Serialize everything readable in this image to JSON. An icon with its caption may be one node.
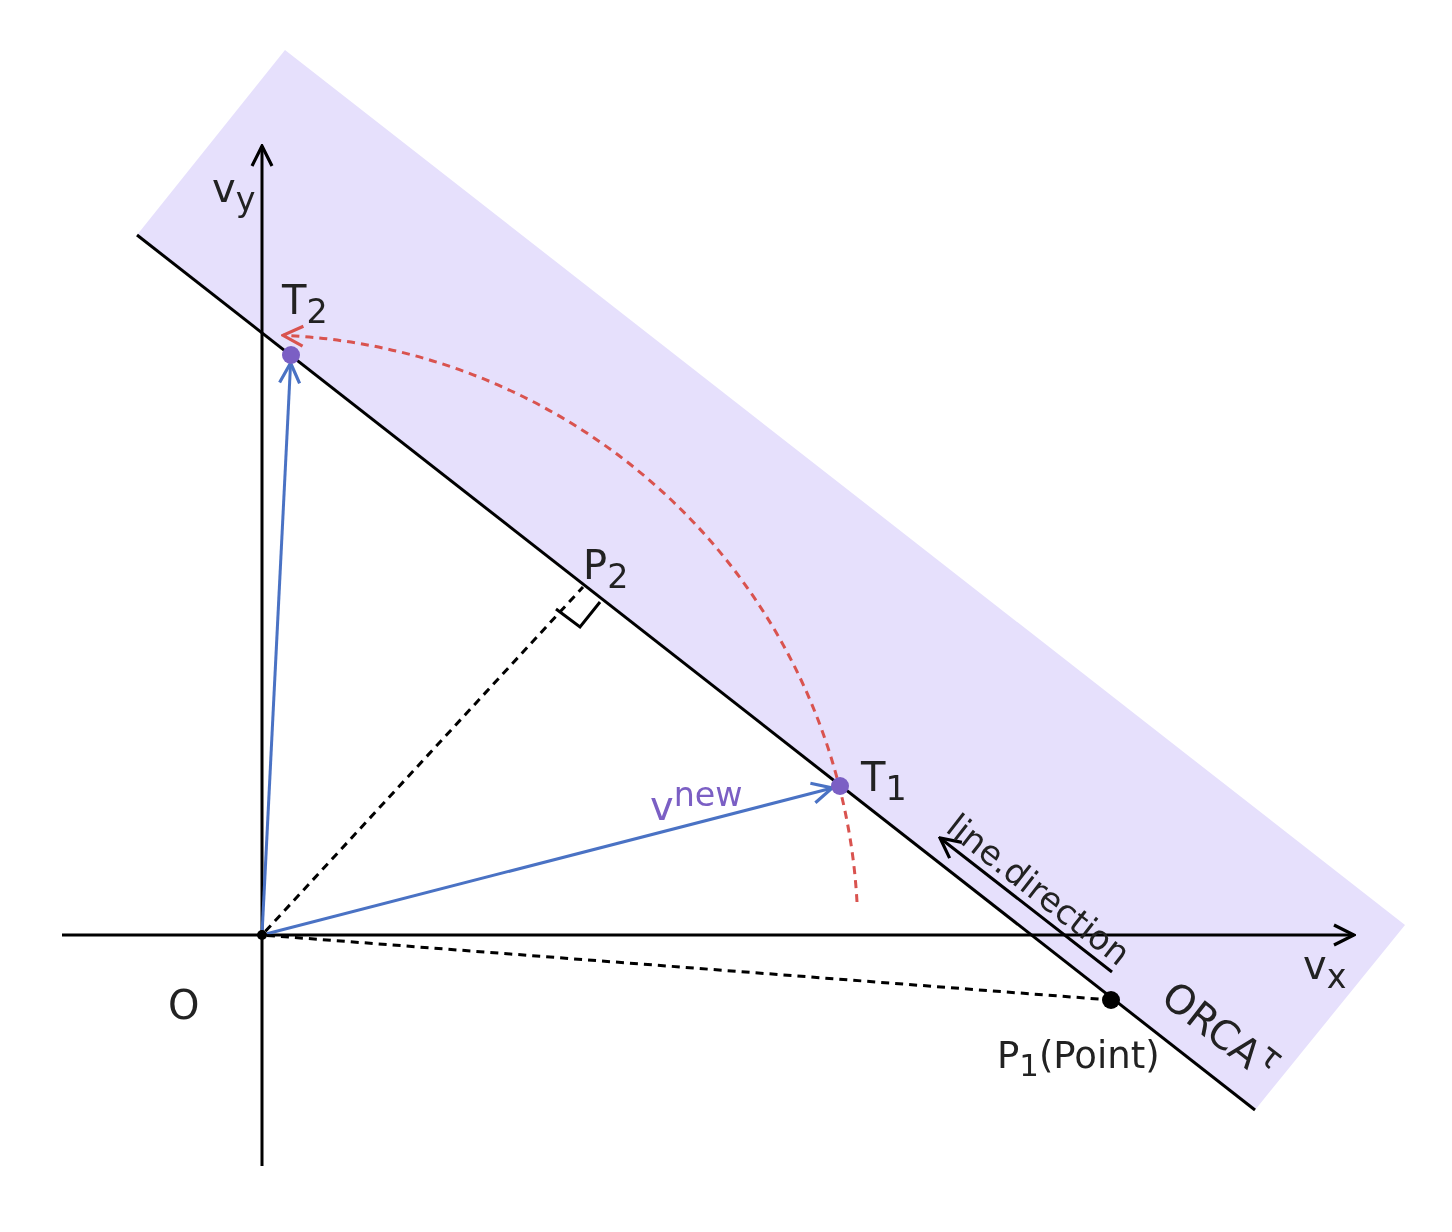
{
  "diagram": {
    "nodes": [
      {
        "text": [],
        "shape": "point",
        "beside": [
          "O"
        ]
      },
      {
        "text": [
          "T$_{2}$"
        ]
      },
      {
        "text": [
          "P$_{2}$"
        ]
      },
      {
        "text": [
          "T$_{1}$"
        ]
      },
      {
        "text": [
          "P$_{1}$(Point)"
        ]
      }
    ],
    "edges": [
      {
        "from": 0,
        "to": 1,
        "arrow": "to",
        "color": "#4a72c4"
      },
      {
        "from": 0,
        "to": 3,
        "arrow": "to",
        "label": "v$^{new}$",
        "color": "#4a72c4"
      },
      {
        "from": 0,
        "to": 2,
        "arrow": "none",
        "style": "dashed",
        "color": "#000000"
      },
      {
        "from": 0,
        "to": 4,
        "arrow": "none",
        "style": "dashed",
        "color": "#000000"
      },
      {
        "from": null,
        "to": 1,
        "arrow": "to",
        "style": "dashed",
        "color": "#d9534f"
      }
    ],
    "labels": [
      "v$_{y}$",
      "v$_{x}$",
      "line.direction",
      "ORCA$^{τ}$"
    ]
  }
}
